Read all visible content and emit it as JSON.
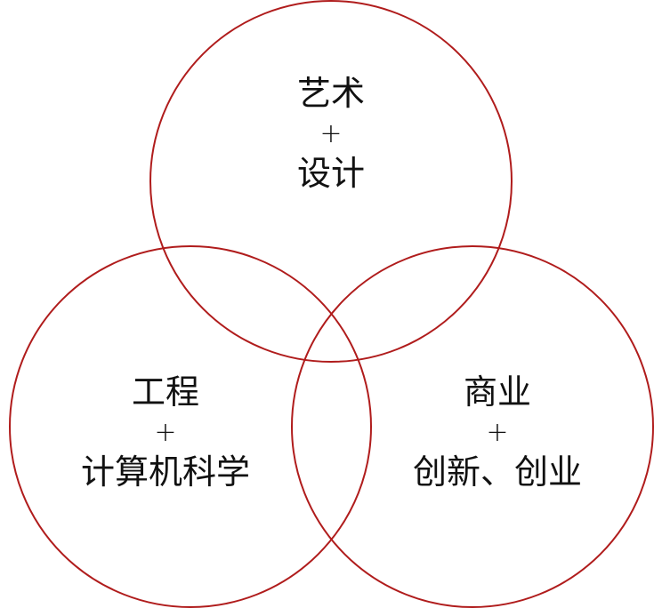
{
  "colors": {
    "circle_stroke": "#b01c1c",
    "text": "#111111"
  },
  "circles": [
    {
      "id": "art",
      "line1": "艺术",
      "plus": "+",
      "line2": "设计"
    },
    {
      "id": "engineering",
      "line1": "工程",
      "plus": "+",
      "line2": "计算机科学"
    },
    {
      "id": "business",
      "line1": "商业",
      "plus": "+",
      "line2": "创新、创业"
    }
  ]
}
